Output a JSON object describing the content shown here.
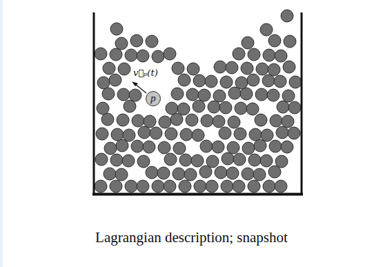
{
  "diagram": {
    "caption": "Lagrangian description; snapshot",
    "nodes": [
      {
        "text": [
          "p"
        ]
      }
    ],
    "labels": [
      "v⃗ₚ(t)"
    ]
  }
}
